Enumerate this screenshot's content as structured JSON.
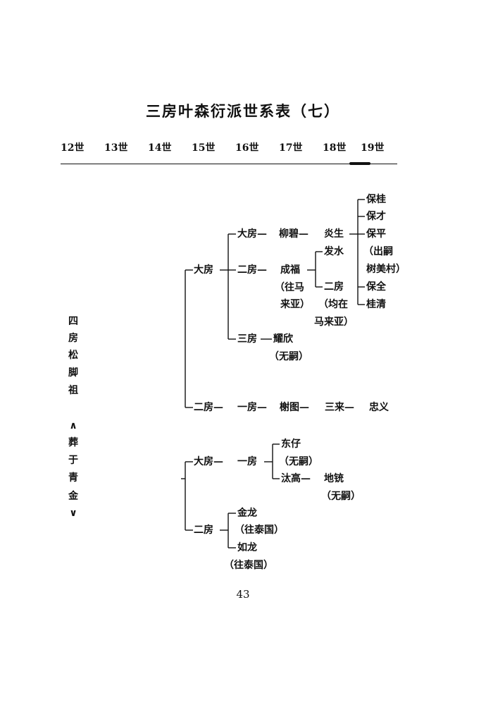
{
  "title": "三房叶森衍派世系表（七）",
  "generations": [
    "12世",
    "13世",
    "14世",
    "15世",
    "16世",
    "17世",
    "18世",
    "19世"
  ],
  "side_title": [
    "四",
    "房",
    "松",
    "脚",
    "祖",
    "∧",
    "葬",
    "于",
    "青",
    "金",
    "∨"
  ],
  "tree": {
    "b1": "大房",
    "b1_1": "大房—",
    "b1_1_name": "柳碧—",
    "b1_1_son": "炎生",
    "b1_1_gs": [
      "保桂",
      "保才",
      "保平"
    ],
    "b1_1_note1": "（出嗣",
    "b1_1_note2": "树美村）",
    "b1_1_gs2": [
      "保全",
      "桂清"
    ],
    "b1_2": "二房—",
    "b1_2_name": "成福",
    "b1_2_note1": "（往马",
    "b1_2_note2": "来亚）",
    "b1_2_son1": "发水",
    "b1_2_son2": "二房",
    "b1_2_son2_note1": "（均在",
    "b1_2_son2_note2": "马来亚）",
    "b1_3": "三房",
    "b1_3_name": "耀欣",
    "b1_3_note": "（无嗣）",
    "b2": "二房—",
    "b2_c1": "一房—",
    "b2_c2": "榭图—",
    "b2_c3": "三来—",
    "b2_c4": "忠义",
    "c1": "大房—",
    "c1_c1": "一房",
    "c1_s1": "东仔",
    "c1_s1_note": "（无嗣）",
    "c1_s2": "汰高—",
    "c1_s2_son": "地铳",
    "c1_s2_son_note": "（无嗣）",
    "c2": "二房",
    "c2_s1": "金龙",
    "c2_s1_note": "（往泰国）",
    "c2_s2": "如龙",
    "c2_s2_note": "（往泰国）"
  },
  "page_number": "43"
}
